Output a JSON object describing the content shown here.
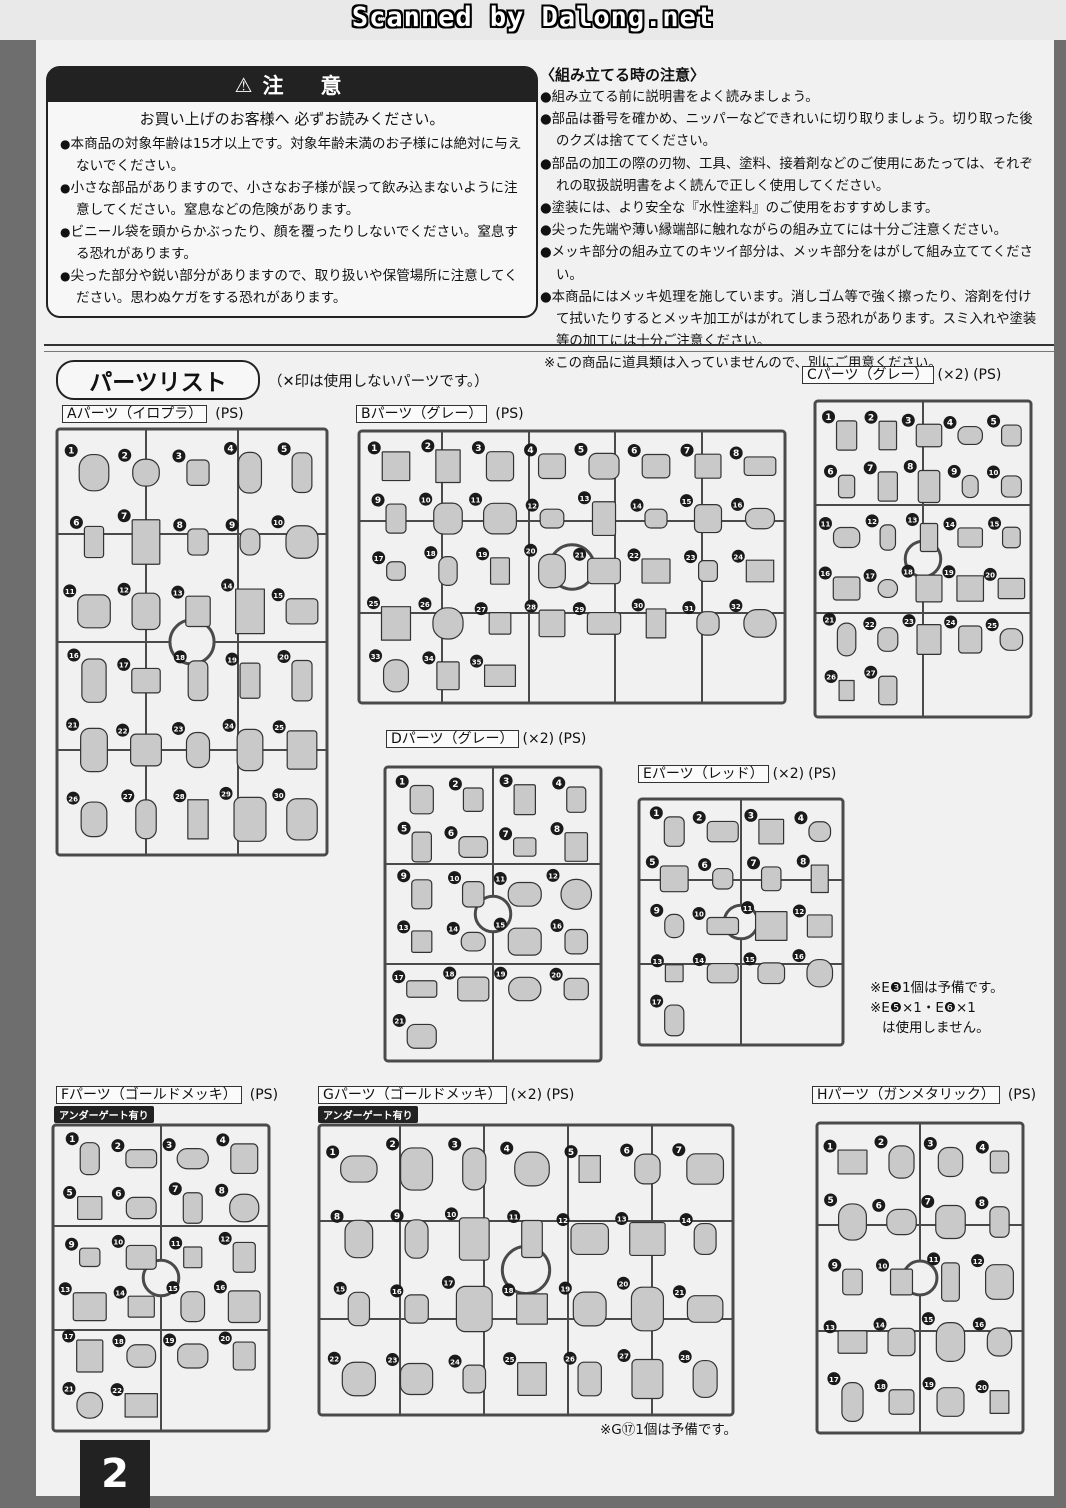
{
  "header": {
    "scanned_by": "Scanned by Dalong.net"
  },
  "caution": {
    "title": "注　意",
    "subtitle": "お買い上げのお客様へ 必ずお読みください。",
    "bullet": "●",
    "items": [
      "本商品の対象年齢は15才以上です。対象年齢未満のお子様には絶対に与えないでください。",
      "小さな部品がありますので、小さなお子様が誤って飲み込まないように注意してください。窒息などの危険があります。",
      "ビニール袋を頭からかぶったり、顔を覆ったりしないでください。窒息する恐れがあります。",
      "尖った部分や鋭い部分がありますので、取り扱いや保管場所に注意してください。思わぬケガをする恐れがあります。"
    ]
  },
  "assembly_notes": {
    "title": "〈組み立てる時の注意〉",
    "items": [
      "●組み立てる前に説明書をよく読みましょう。",
      "●部品は番号を確かめ、ニッパーなどできれいに切り取りましょう。切り取った後のクズは捨ててください。",
      "●部品の加工の際の刃物、工具、塗料、接着剤などのご使用にあたっては、それぞれの取扱説明書をよく読んで正しく使用してください。",
      "●塗装には、より安全な『水性塗料』のご使用をおすすめします。",
      "●尖った先端や薄い縁端部に触れながらの組み立てには十分ご注意ください。",
      "●メッキ部分の組み立てのキツイ部分は、メッキ部分をはがして組み立ててください。",
      "●本商品にはメッキ処理を施しています。消しゴム等で強く擦ったり、溶剤を付けて拭いたりするとメッキ加工がはがれてしまう恐れがあります。スミ入れや塗装等の加工には十分ご注意ください。"
    ],
    "final_note": "※この商品に道具類は入っていませんので、別にご用意ください。"
  },
  "parts_list": {
    "title": "パーツリスト",
    "note": "（✕印は使用しないパーツです。）",
    "undergate_label": "アンダーゲート有り",
    "frames": {
      "A": {
        "name": "Aパーツ（イロプラ）",
        "mult": "",
        "mat": "(PS)",
        "numbers": [
          1,
          2,
          3,
          4,
          5,
          6,
          7,
          8,
          9,
          10,
          11,
          12,
          13,
          14,
          15,
          16,
          17,
          18,
          19,
          20,
          21,
          22,
          23,
          24,
          25,
          26,
          27,
          28,
          29,
          30
        ]
      },
      "B": {
        "name": "Bパーツ（グレー）",
        "mult": "",
        "mat": "(PS)",
        "numbers": [
          1,
          2,
          3,
          4,
          5,
          6,
          7,
          8,
          9,
          10,
          11,
          12,
          13,
          14,
          15,
          16,
          17,
          18,
          19,
          20,
          21,
          22,
          23,
          24,
          25,
          26,
          27,
          28,
          29,
          30,
          31,
          32,
          33,
          34,
          35
        ]
      },
      "C": {
        "name": "Cパーツ（グレー）",
        "mult": "(×2)",
        "mat": "(PS)",
        "numbers": [
          1,
          2,
          3,
          4,
          5,
          6,
          7,
          8,
          9,
          10,
          11,
          12,
          13,
          14,
          15,
          16,
          17,
          18,
          19,
          20,
          21,
          22,
          23,
          24,
          25,
          26,
          27
        ]
      },
      "D": {
        "name": "Dパーツ（グレー）",
        "mult": "(×2)",
        "mat": "(PS)",
        "numbers": [
          1,
          2,
          3,
          4,
          5,
          6,
          7,
          8,
          9,
          10,
          11,
          12,
          13,
          14,
          15,
          16,
          17,
          18,
          19,
          20,
          21
        ]
      },
      "E": {
        "name": "Eパーツ（レッド）",
        "mult": "(×2)",
        "mat": "(PS)",
        "numbers": [
          1,
          2,
          3,
          4,
          5,
          6,
          7,
          8,
          9,
          10,
          11,
          12,
          13,
          14,
          15,
          16,
          17
        ]
      },
      "F": {
        "name": "Fパーツ（ゴールドメッキ）",
        "mult": "",
        "mat": "(PS)",
        "numbers": [
          1,
          2,
          3,
          4,
          5,
          6,
          7,
          8,
          9,
          10,
          11,
          12,
          13,
          14,
          15,
          16,
          17,
          18,
          19,
          20,
          21,
          22
        ]
      },
      "G": {
        "name": "Gパーツ（ゴールドメッキ）",
        "mult": "(×2)",
        "mat": "(PS)",
        "numbers": [
          1,
          2,
          3,
          4,
          5,
          6,
          7,
          8,
          9,
          10,
          11,
          12,
          13,
          14,
          15,
          16,
          17,
          18,
          19,
          20,
          21,
          22,
          23,
          24,
          25,
          26,
          27,
          28
        ]
      },
      "H": {
        "name": "Hパーツ（ガンメタリック）",
        "mult": "",
        "mat": "(PS)",
        "numbers": [
          1,
          2,
          3,
          4,
          5,
          6,
          7,
          8,
          9,
          10,
          11,
          12,
          13,
          14,
          15,
          16,
          17,
          18,
          19,
          20
        ]
      }
    },
    "e_notes": [
      "※E❸1個は予備です。",
      "※E❺×1・E❻×1",
      "は使用しません。"
    ],
    "g_note": "※G⑰1個は予備です。"
  },
  "page_number": "2"
}
